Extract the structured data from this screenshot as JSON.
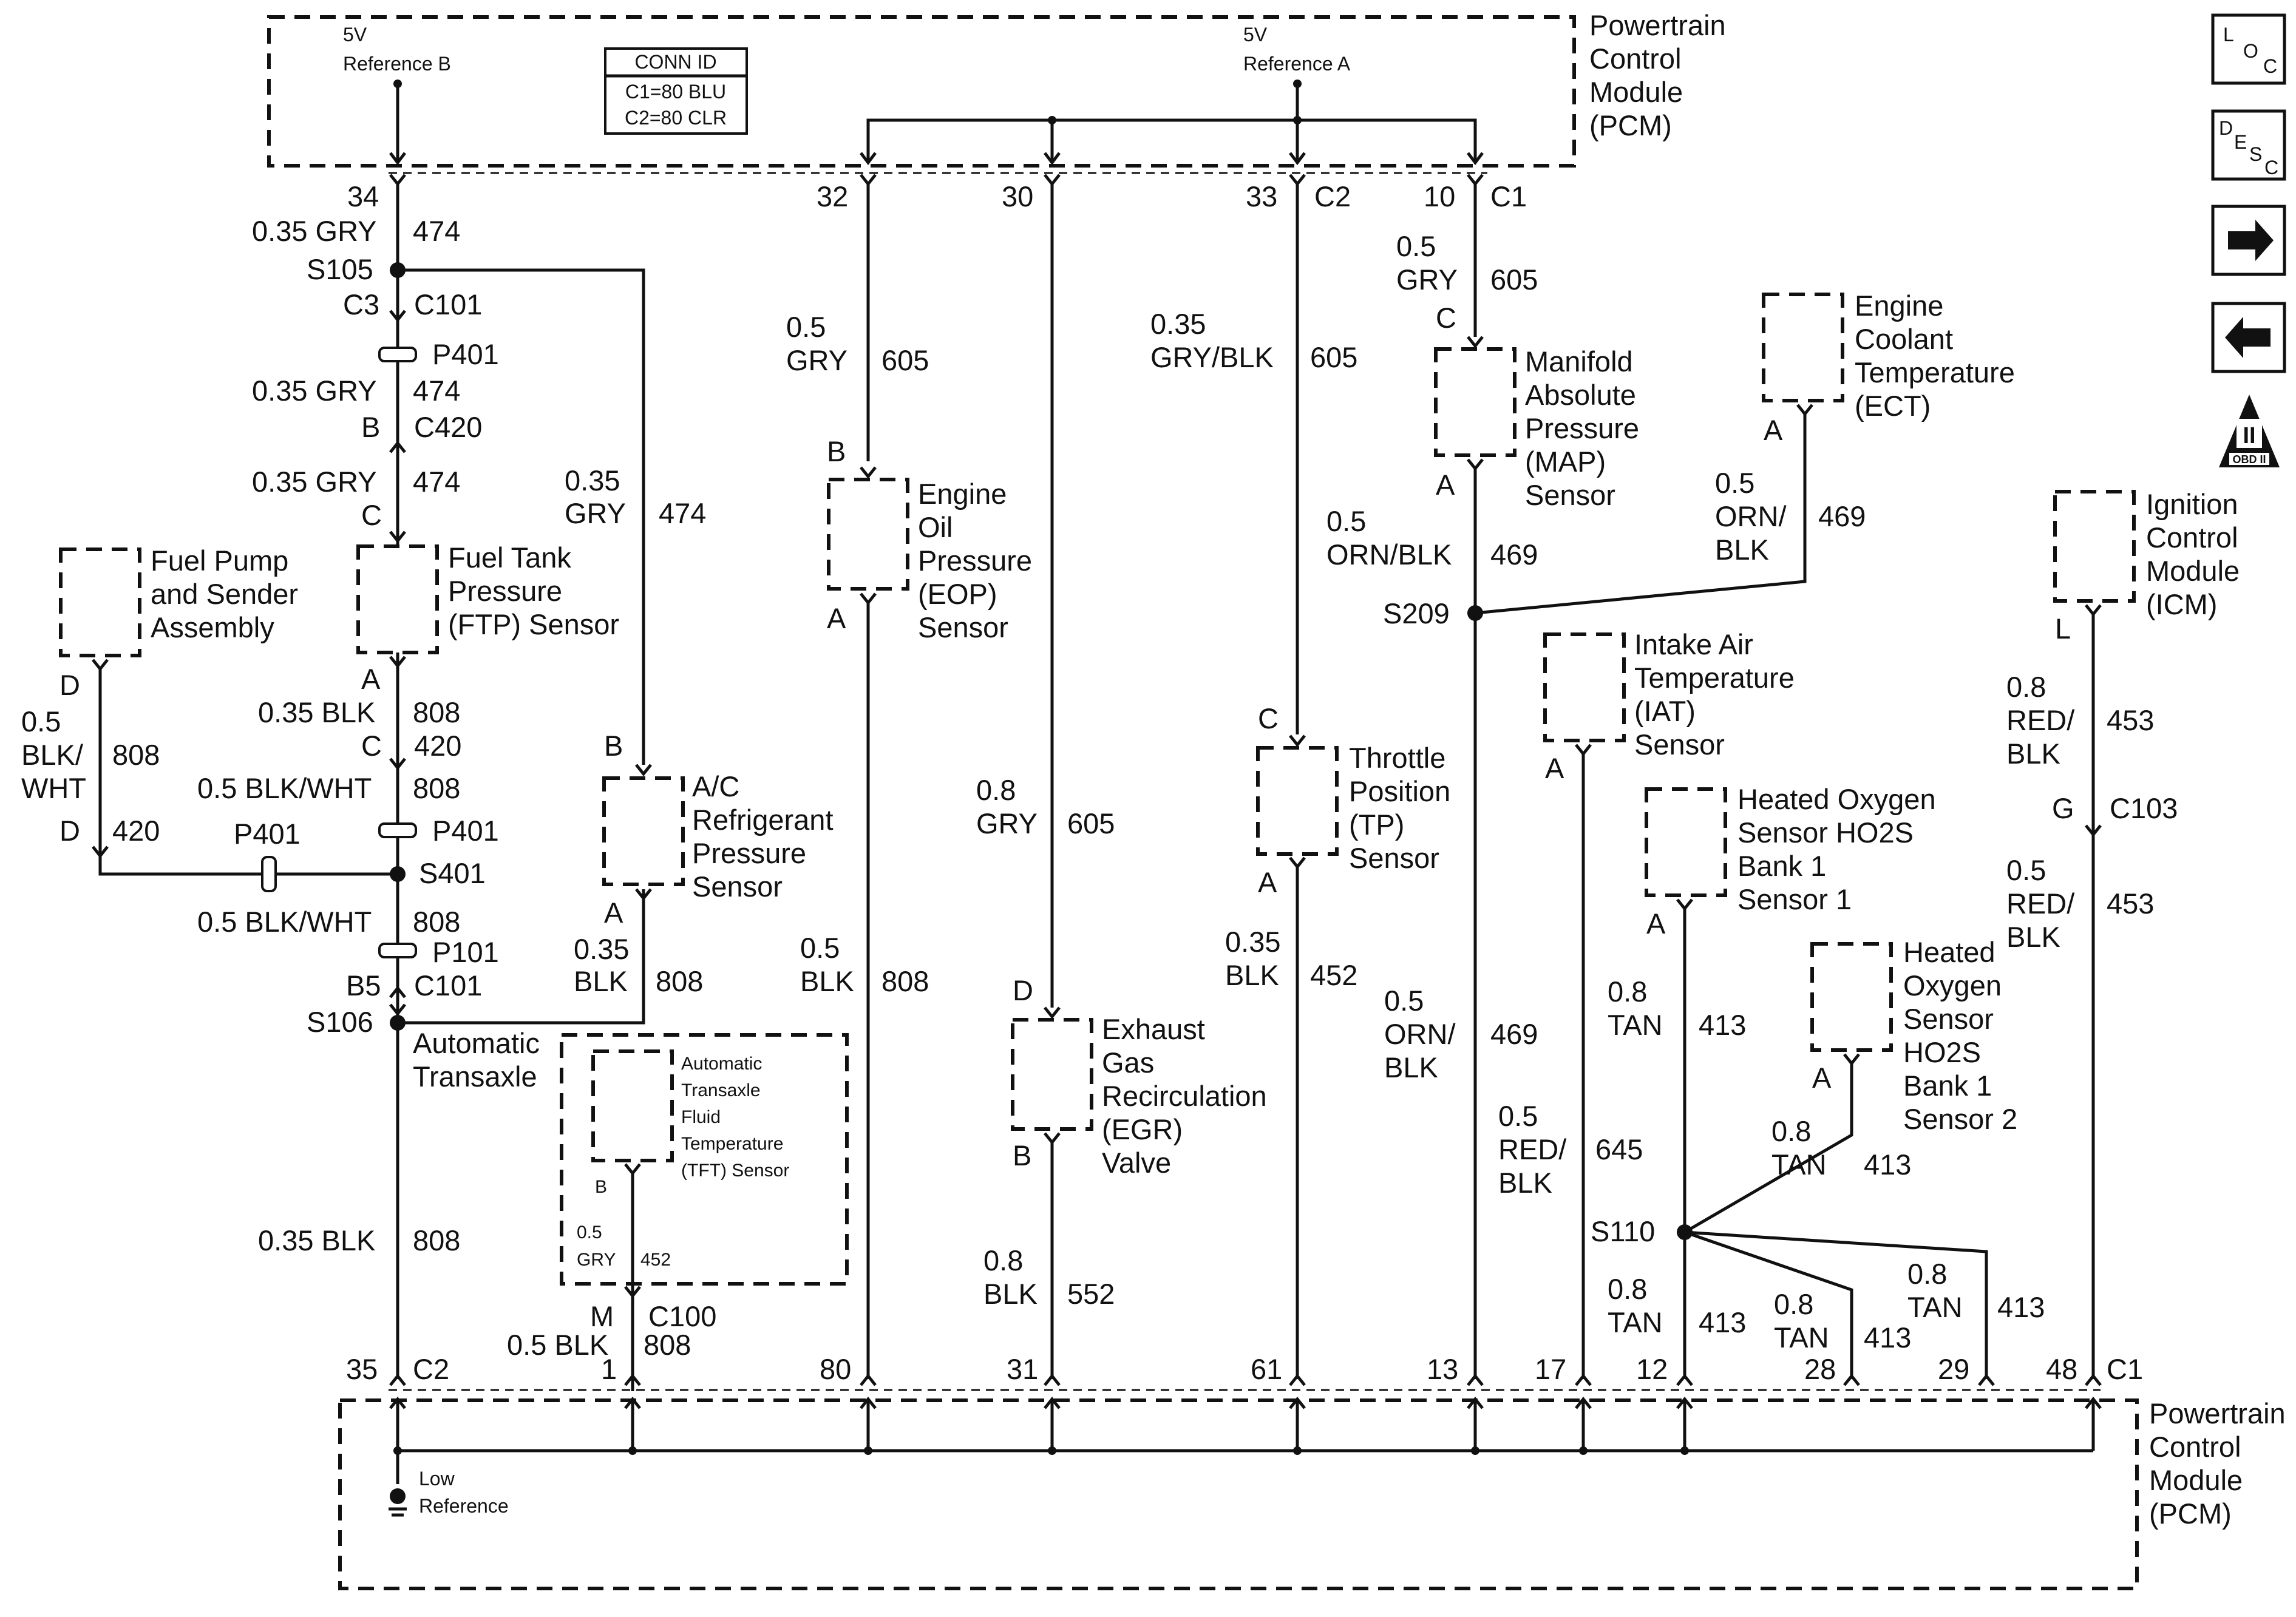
{
  "pcm_top": {
    "title": [
      "Powertrain",
      "Control",
      "Module",
      "(PCM)"
    ]
  },
  "ref_b": {
    "v": "5V",
    "name": "Reference B"
  },
  "ref_a": {
    "v": "5V",
    "name": "Reference A"
  },
  "conn_id": {
    "title": "CONN ID",
    "c1": "C1=80 BLU",
    "c2": "C2=80 CLR"
  },
  "pins_top": {
    "p34": "34",
    "p32": "32",
    "p30": "30",
    "p33": "33",
    "c2": "C2",
    "p10": "10",
    "c1": "C1"
  },
  "left": {
    "w1_size": "0.35 GRY",
    "w1_circ": "474",
    "s105": "S105",
    "c3": "C3",
    "c101a": "C101",
    "p401a": "P401",
    "w2_size": "0.35 GRY",
    "w2_circ": "474",
    "b": "B",
    "c420": "C420",
    "w3_size": "0.35 GRY",
    "w3_circ": "474",
    "c": "C",
    "ftp": [
      "Fuel Tank",
      "Pressure",
      "(FTP) Sensor"
    ],
    "fuel_pump": [
      "Fuel Pump",
      "and Sender",
      "Assembly"
    ],
    "a": "A",
    "w4_size": "0.35 BLK",
    "w4_circ": "808",
    "c2pin": "C",
    "c420_2": "420",
    "w5_size": "0.5 BLK/WHT",
    "w5_circ": "808",
    "p401b": "P401",
    "fp_d": "D",
    "fp_gauge": "0.5",
    "fp_color1": "BLK/",
    "fp_color2": "WHT",
    "fp_circ": "808",
    "fp_d2": "D",
    "fp_circ2": "420",
    "p401c": "P401",
    "s401": "S401",
    "w6_size": "0.5 BLK/WHT",
    "w6_circ": "808",
    "p101": "P101",
    "b5": "B5",
    "c101b": "C101",
    "s106": "S106",
    "trans": [
      "Automatic",
      "Transaxle"
    ],
    "tft": [
      "Automatic",
      "Transaxle",
      "Fluid",
      "Temperature",
      "(TFT) Sensor"
    ],
    "tft_b": "B",
    "tft_gauge": "0.5",
    "tft_color": "GRY",
    "tft_circ": "452",
    "w7_size": "0.35 BLK",
    "w7_circ": "808",
    "m": "M",
    "c100": "C100",
    "m_size": "0.5 BLK",
    "m_circ": "808",
    "m_pin": "1"
  },
  "ac": {
    "gauge": "0.35",
    "color": "GRY",
    "circ": "474",
    "b": "B",
    "name": [
      "A/C",
      "Refrigerant",
      "Pressure",
      "Sensor"
    ],
    "a": "A",
    "g2": "0.35",
    "c2": "BLK",
    "circ2": "808"
  },
  "eop": {
    "gauge": "0.5",
    "color": "GRY",
    "circ": "605",
    "b": "B",
    "name": [
      "Engine",
      "Oil",
      "Pressure",
      "(EOP)",
      "Sensor"
    ],
    "a": "A",
    "g2": "0.5",
    "c2": "BLK",
    "circ2": "808"
  },
  "egr": {
    "gauge": "0.8",
    "color": "GRY",
    "circ": "605",
    "d": "D",
    "name": [
      "Exhaust",
      "Gas",
      "Recirculation",
      "(EGR)",
      "Valve"
    ],
    "b": "B",
    "g2": "0.8",
    "c2": "BLK",
    "circ2": "552"
  },
  "tp": {
    "gauge": "0.35",
    "color": "GRY/BLK",
    "circ": "605",
    "c": "C",
    "name": [
      "Throttle",
      "Position",
      "(TP)",
      "Sensor"
    ],
    "a": "A",
    "g2": "0.35",
    "c2": "BLK",
    "circ2": "452"
  },
  "map": {
    "gauge": "0.5",
    "color": "GRY",
    "circ": "605",
    "c": "C",
    "name": [
      "Manifold",
      "Absolute",
      "Pressure",
      "(MAP)",
      "Sensor"
    ],
    "a": "A",
    "g2": "0.5",
    "c2": "ORN/BLK",
    "circ2": "469",
    "s209": "S209",
    "g3": "0.5",
    "c3a": "ORN/",
    "c3b": "BLK",
    "circ3": "469"
  },
  "ect": {
    "name": [
      "Engine",
      "Coolant",
      "Temperature",
      "(ECT)"
    ],
    "a": "A",
    "gauge": "0.5",
    "c1": "ORN/",
    "c2": "BLK",
    "circ": "469"
  },
  "iat": {
    "name": [
      "Intake Air",
      "Temperature",
      "(IAT)",
      "Sensor"
    ],
    "a": "A",
    "gauge": "0.5",
    "c1": "RED/",
    "c2": "BLK",
    "circ": "645"
  },
  "ho2s1": {
    "name": [
      "Heated Oxygen",
      "Sensor HO2S",
      "Bank 1",
      "Sensor 1"
    ],
    "a": "A",
    "gauge": "0.8",
    "color": "TAN",
    "circ": "413"
  },
  "ho2s2": {
    "name": [
      "Heated",
      "Oxygen",
      "Sensor",
      "HO2S",
      "Bank 1",
      "Sensor 2"
    ],
    "a": "A",
    "gauge": "0.8",
    "color": "TAN",
    "circ": "413"
  },
  "s110": {
    "label": "S110",
    "w1_g": "0.8",
    "w1_c": "TAN",
    "w1_circ": "413",
    "w2_g": "0.8",
    "w2_c": "TAN",
    "w2_circ": "413",
    "w3_g": "0.8",
    "w3_c": "TAN",
    "w3_circ": "413"
  },
  "icm": {
    "name": [
      "Ignition",
      "Control",
      "Module",
      "(ICM)"
    ],
    "l": "L",
    "gauge": "0.8",
    "c1": "RED/",
    "c2": "BLK",
    "circ": "453",
    "g": "G",
    "c103": "C103",
    "gauge2": "0.5",
    "c1b": "RED/",
    "c2b": "BLK",
    "circ2": "453"
  },
  "pins_bottom": {
    "p35": "35",
    "c2": "C2",
    "p80": "80",
    "p31": "31",
    "p61": "61",
    "p13": "13",
    "p17": "17",
    "p12": "12",
    "p28": "28",
    "p29": "29",
    "p48": "48",
    "c1": "C1"
  },
  "pcm_bottom": {
    "title": [
      "Powertrain",
      "Control",
      "Module",
      "(PCM)"
    ],
    "low1": "Low",
    "low2": "Reference"
  },
  "nav": {
    "loc": [
      "L",
      "O",
      "C"
    ],
    "desc": [
      "D",
      "E",
      "S",
      "C"
    ],
    "obd": "OBD II",
    "obd_num": "II"
  }
}
